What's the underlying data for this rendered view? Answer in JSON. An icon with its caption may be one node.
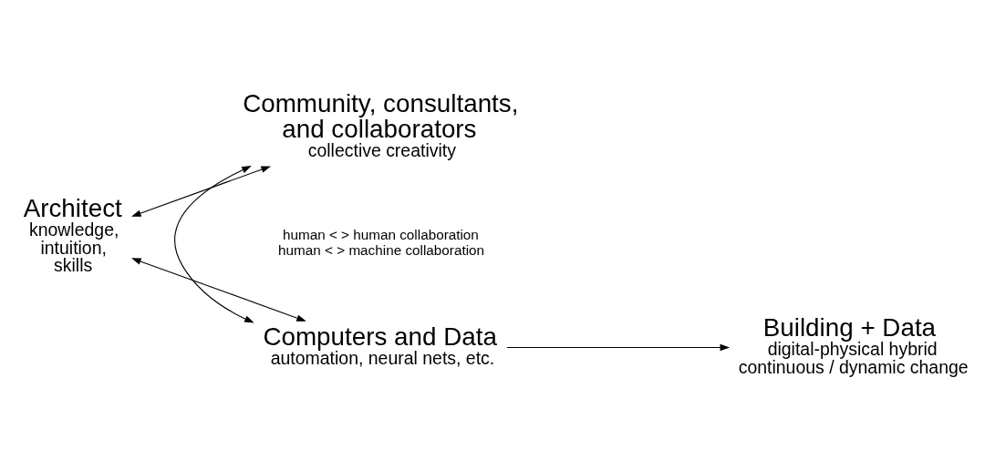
{
  "diagram": {
    "nodes": [
      {
        "text": [
          "Architect",
          "knowledge, intuition, skills"
        ]
      },
      {
        "text": [
          "Community, consultants, and collaborators",
          "collective creativity"
        ]
      },
      {
        "text": [
          "Computers and Data",
          "automation, neural nets, etc."
        ]
      },
      {
        "text": [
          "Building + Data",
          "digital-physical hybrid",
          "continuous / dynamic change"
        ]
      }
    ],
    "edges": [
      {
        "from": 0,
        "to": 1,
        "arrow": "both"
      },
      {
        "from": 1,
        "to": 2,
        "arrow": "both"
      },
      {
        "from": 0,
        "to": 2,
        "arrow": "both"
      },
      {
        "from": 2,
        "to": 3,
        "arrow": "to"
      }
    ],
    "labels": [
      "human < > human collaboration",
      "human < > machine collaboration"
    ]
  }
}
